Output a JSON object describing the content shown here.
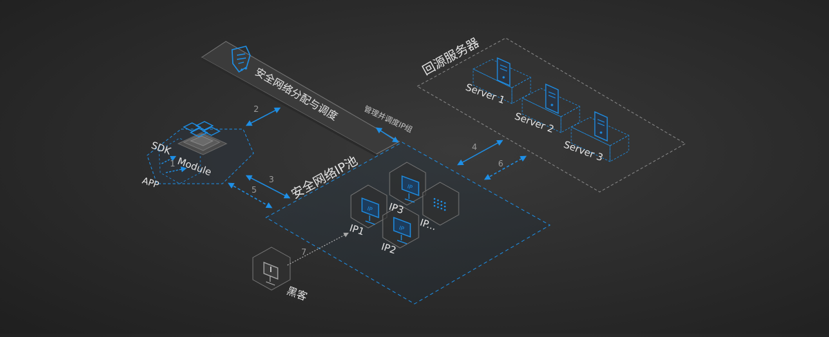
{
  "diagram": {
    "allocation_panel_title": "安全网络分配与调度",
    "manage_label": "管理并调度IP组",
    "pool_title": "安全网络IP池",
    "origin_group_title": "回源服务器",
    "servers": [
      "Server 1",
      "Server 2",
      "Server 3"
    ],
    "sdk_label": "SDK",
    "module_label": "Module",
    "app_label": "APP",
    "hacker_label": "黑客",
    "ip_nodes": [
      "IP1",
      "IP2",
      "IP3",
      "IP..."
    ],
    "ip_badge": "IP",
    "step_numbers": [
      "1",
      "2",
      "3",
      "4",
      "5",
      "6",
      "7"
    ],
    "colors": {
      "accent": "#1e8fe6",
      "dashed_border": "#8a8a8a",
      "panel_fill": "#3d3d3d",
      "text": "#e6e6e6",
      "muted_text": "#9a9a9a"
    }
  }
}
